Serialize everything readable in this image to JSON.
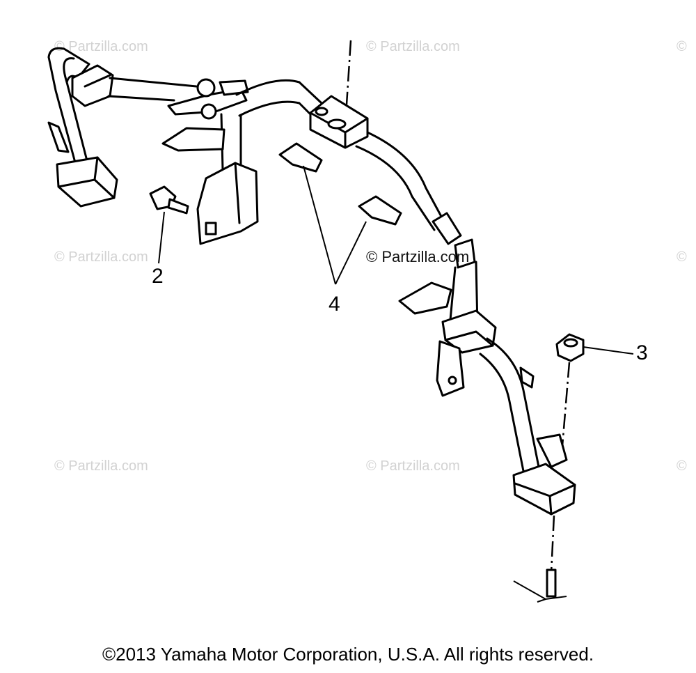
{
  "watermarks": {
    "corner": "© Partzilla.com",
    "center": "© Partzilla.com",
    "edge": "©"
  },
  "callouts": {
    "part_2": "2",
    "part_3": "3",
    "part_4": "4"
  },
  "footer": {
    "copyright": "©2013 Yamaha Motor Corporation, U.S.A. All rights reserved."
  }
}
